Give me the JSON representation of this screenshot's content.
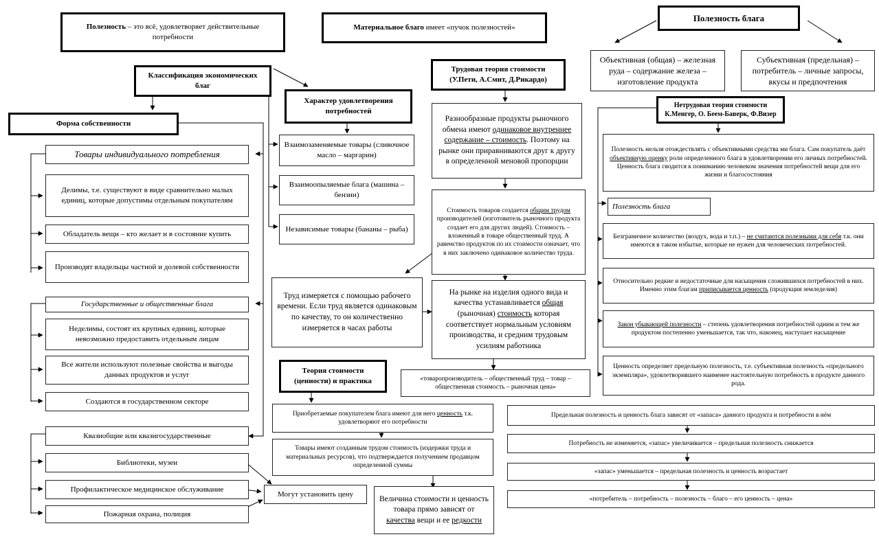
{
  "top": {
    "usefulness_def": "Полезность – это всё, удовлетворяет действительные потребности",
    "material_good": "Материальное благо имеет «пучок полезностей»",
    "utility_of_good": "Полезность блага",
    "objective": "Объективная (общая) – железная руда – содержание железа – изготовление продукта",
    "subjective": "Субъективная (предельная) – потребитель – личные запросы, вкусы и предпочтения"
  },
  "left": {
    "classification": "Классификация экономических благ",
    "ownership_form": "Форма собственности",
    "individual_goods": "Товары индивидуального потребления",
    "individual_items": [
      "Делимы, т.е. существуют в виде сравнительно малых единиц, которые допустимы отдельным покупателям",
      "Обладатель вещи – кто желает и в состояние купить",
      "Производят владельцы частной и долевой собственности"
    ],
    "public_goods": "Государственные и общественные блага",
    "public_items": [
      "Неделимы, состоят их крупных единиц, которые невозможно предоставить отдельным лицам",
      "Все жители используют полезные свойства и выгоды данных продуктов и услуг",
      "Создаются в государственном секторе"
    ],
    "quasi_public": "Квазиобщие или квазигосударственные",
    "quasi_items": [
      "Библиотеки, музеи",
      "Профилактическое медицинское обслуживание",
      "Пожарная охрана, полиция"
    ],
    "can_set_price": "Могут установить цену"
  },
  "middle": {
    "satisfaction_character": "Характер удовлетворения потребностей",
    "satisfaction_items": [
      "Взаимозаменяемые товары (сливочное масло – маргарин)",
      "Взаимоопыляемые блага (машина – бензин)",
      "Независимые товары (бананы – рыба)"
    ],
    "labor_measured": "Труд измеряется с помощью рабочего времени. Если труд является одинаковым по качеству, то он количественно измеряется в часах работы",
    "theory_practice": "Теория стоимости (ценности) и практика",
    "practice_items": [
      "Приобретаемые покупателем блага имеют для него ценность т.к. удовлетворяют его потребности",
      "Товары имеют созданным трудом стоимость (издержки труда и материальных ресурсов), что подтверждается получением продавцом определенной суммы"
    ],
    "value_depends": "Величина стоимости и ценность товара прямо зависят от качества вещи и ее редкости"
  },
  "labor_theory": {
    "title": "Трудовая теория стоимости (У.Пети, А.Смит, Д.Рикардо)",
    "p1": "Разнообразные продукты рыночного обмена имеют одинаковое внутреннее содержание – стоимость. Поэтому на рынке они приравниваются друг к другу в определенной меновой пропорции",
    "p2": "Стоимость товаров создается общим трудом производителей (изготовитель рыночного продукта создает его для других людей). Стоимость – вложенный в товаре общественный труд. А равенство продуктов по их стоимости означает, что в них заключено одинаковое количество труда.",
    "p3": "На рынке на изделия одного вида и качества устанавливается общая (рыночная) стоимость которая соответствует нормальным условиям производства, и средним трудовым усилиям работника",
    "chain": "«товаропроизводитель – общественный труд – товар – общественная стоимость – рыночная цена»"
  },
  "nonlabor": {
    "title": "Нетрудовая теория стоимости К.Менгер, О. Беем-Баверк, Ф.Визер",
    "p1": "Полезность нельзя отождествлять с объективными средства ми блага. Сам покупатель даёт объективную оценку роли определенного блага в удовлетворении его личных потребностей. Ценность блага сводится к пониманию человеком значения потребностей вещи для его жизни и благосостояния",
    "utility_label": "Полезность блага",
    "p2": "Безграничное количество (воздух, вода и т.п.) – не считаются полезными для себя т.к. они имеются в таком избытке, которые не нужен для человеческих потребностей.",
    "p3": "Относительно редкие и недостаточные для насыщения сложившихся потребностей в них. Именно этим благам приписывается ценность (продукция земледелия)",
    "p4": "Закон убывающей полезности – степень удовлетворения потребностей одним и тем же продуктом постепенно уменьшается, так что, наконец, наступает насыщение",
    "p5": "Ценность определяет предельную полезность, т.е. субъективная полезность «предельного экземпляра», удовлетворившего наименее настоятельную потребность в продукте данного рода."
  },
  "bottom_right": [
    "Предельная полезность и ценность блага зависят от «запаса» данного продукта и потребности в нём",
    "Потребность не изменяется, «запас» увеличивается – предельная полезность снижается",
    "«запас» уменьшается – предельная полезность и ценность возрастает",
    "«потребитель – потребность – полезность – благо – его ценность – цена»"
  ]
}
